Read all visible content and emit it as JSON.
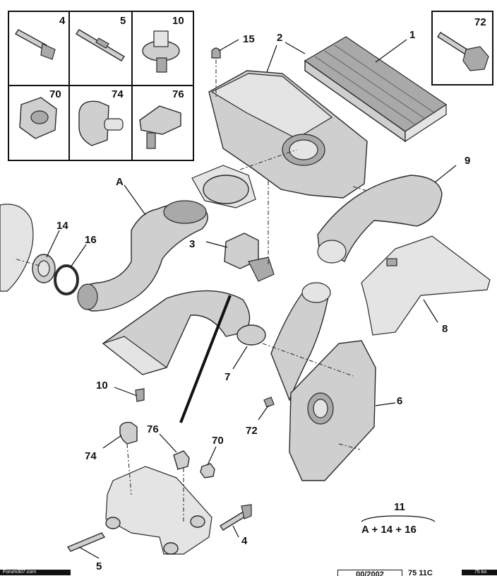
{
  "callouts": {
    "p1": "1",
    "p2": "2",
    "p3": "3",
    "p6": "6",
    "p7": "7",
    "p8": "8",
    "p9": "9",
    "p10": "10",
    "p14": "14",
    "p15": "15",
    "p16": "16",
    "pA": "A",
    "p72": "72",
    "p74": "74",
    "p76": "76",
    "p70": "70",
    "p4": "4",
    "p5": "5",
    "p11": "11"
  },
  "inset": {
    "c4": "4",
    "c5": "5",
    "c10": "10",
    "c70": "70",
    "c74": "74",
    "c76": "76",
    "c72": "72"
  },
  "formula": "A + 14 + 16",
  "footer": {
    "left": "Forum307.com",
    "right": "75 ko",
    "ref_date": "00/2002",
    "ref_code": "75 11C"
  },
  "colors": {
    "line": "#111111",
    "part_fill": "#cfcfcf",
    "background": "#ffffff"
  }
}
